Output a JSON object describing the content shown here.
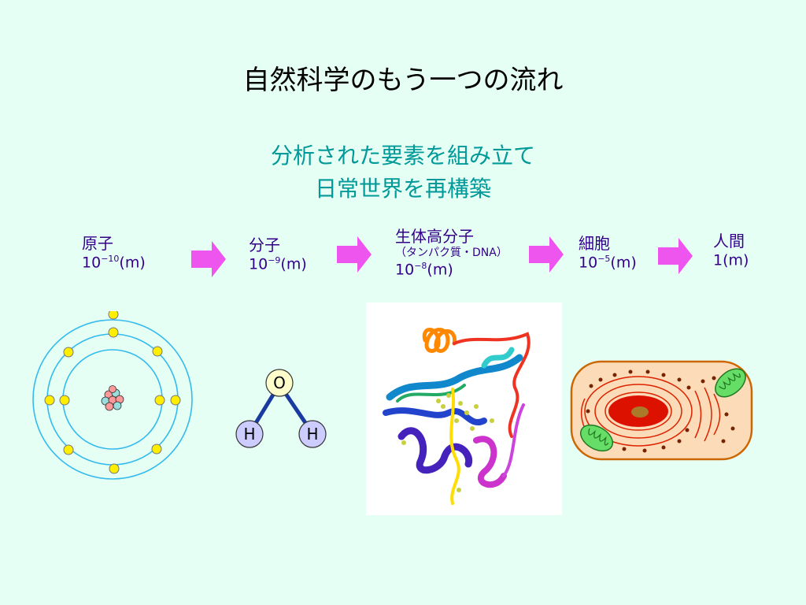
{
  "slide": {
    "title": "自然科学のもう一つの流れ",
    "subtitle_line1": "分析された要素を組み立て",
    "subtitle_line2": "日常世界を再構築"
  },
  "stages": [
    {
      "name": "原子",
      "base": "10",
      "exp": "−10",
      "unit": "(m)"
    },
    {
      "name": "分子",
      "base": "10",
      "exp": "−9",
      "unit": "(m)"
    },
    {
      "name": "生体高分子",
      "note": "（タンパク質・DNA）",
      "base": "10",
      "exp": "−8",
      "unit": "(m)"
    },
    {
      "name": "細胞",
      "base": "10",
      "exp": "−5",
      "unit": "(m)"
    },
    {
      "name": "人間",
      "base": "1",
      "exp": "",
      "unit": "(m)"
    }
  ],
  "molecule": {
    "top_atom": "O",
    "left_atom": "H",
    "right_atom": "H"
  },
  "colors": {
    "title": "#000000",
    "subtitle": "#009999",
    "labels": "#33008a",
    "arrow": "#ee55ee",
    "electron": "#ffee00",
    "orbit": "#33bbee"
  }
}
